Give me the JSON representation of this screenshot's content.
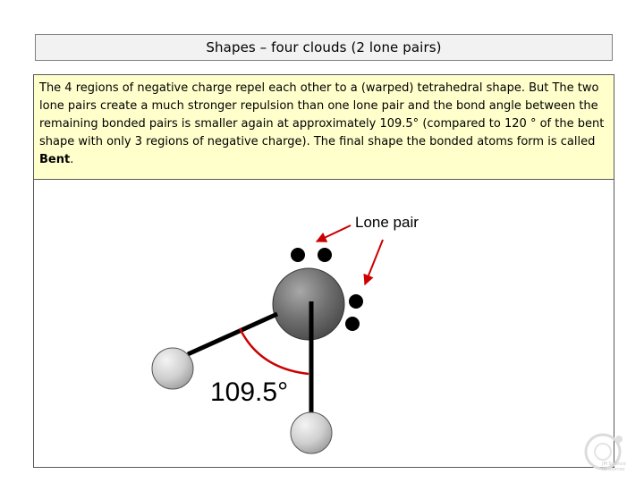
{
  "slide": {
    "title": "Shapes – four clouds (2 lone pairs)"
  },
  "description": {
    "part1": "The 4 regions of negative charge repel each other to a (warped) tetrahedral shape. But The two lone pairs create a much stronger repulsion than one lone pair and the bond angle between the remaining bonded pairs is smaller again at approximately 109.5° (compared to 120 ° of the bent shape with only 3 regions of negative charge). The final shape the bonded atoms form is called ",
    "emphasis": "Bent",
    "part2": ".",
    "background_color": "#ffffcc"
  },
  "diagram": {
    "lone_pair_label": "Lone pair",
    "bond_angle_label": "109.5°",
    "arrow_color": "#cc0000",
    "angle_arc_color": "#cc0000",
    "central_atom_color": "#777777",
    "outer_atom_color": "#d0d0d0",
    "electron_color": "#000000"
  },
  "logo": {
    "text": "JM Science Resources"
  }
}
